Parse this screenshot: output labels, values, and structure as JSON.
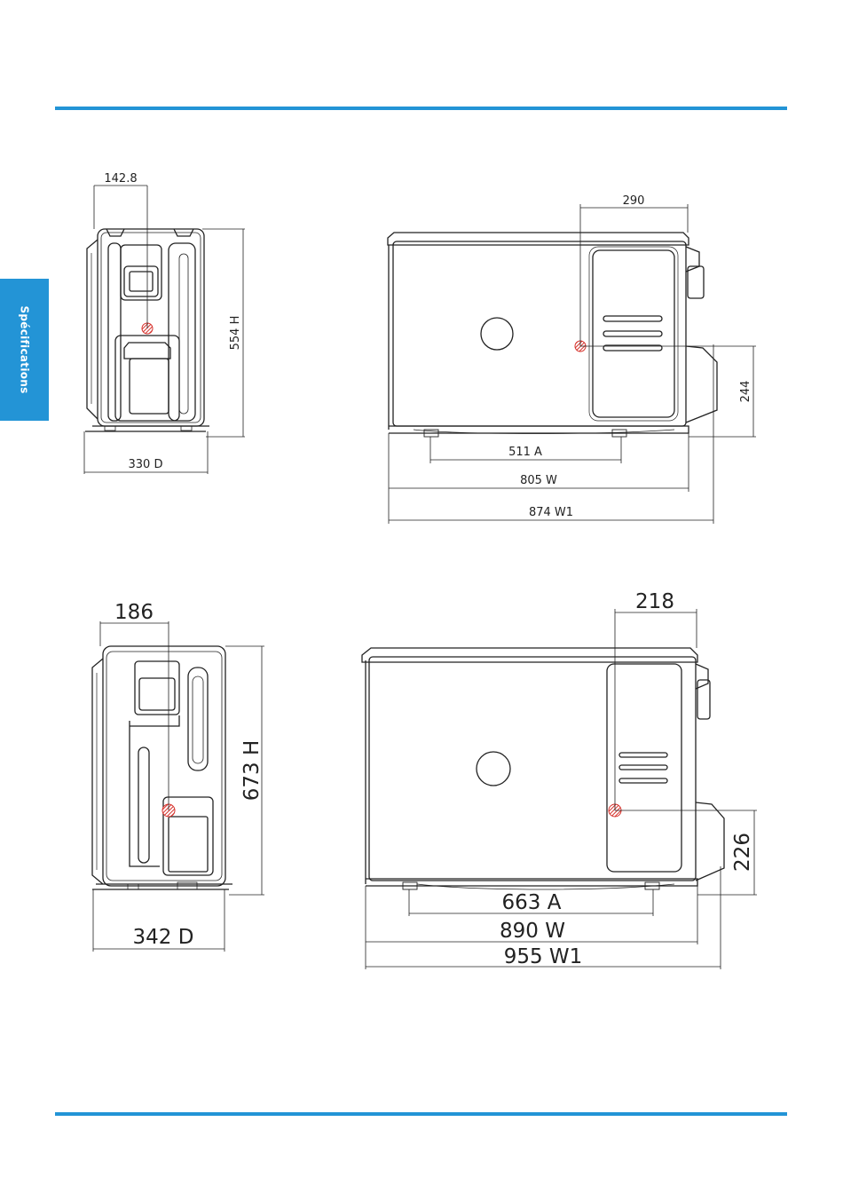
{
  "colors": {
    "accent": "#2394d6",
    "line": "#222222",
    "marker": "#d6322c"
  },
  "sidebar": {
    "label": "Spécifications"
  },
  "unit_small": {
    "side_view": {
      "top_offset": "142.8",
      "height": "554 H",
      "depth": "330  D"
    },
    "front_view": {
      "right_offset": "290",
      "mount_height": "244",
      "mount_spacing": "511 A",
      "width": "805 W",
      "overall_width": "874 W1"
    }
  },
  "unit_large": {
    "side_view": {
      "top_offset": "186",
      "height": "673 H",
      "depth": "342 D"
    },
    "front_view": {
      "right_offset": "218",
      "mount_height": "226",
      "mount_spacing": "663 A",
      "width": "890 W",
      "overall_width": "955 W1"
    }
  }
}
